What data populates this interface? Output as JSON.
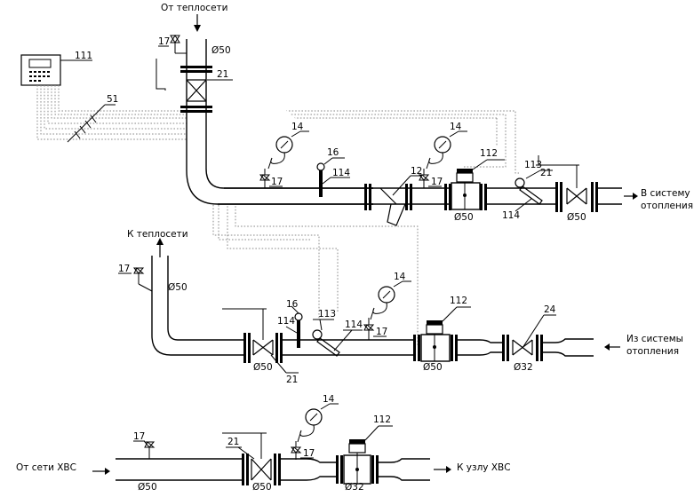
{
  "labels": {
    "from_heat_network": "От теплосети",
    "to_heat_network": "К теплосети",
    "to_heating_system": "В систему\nотопления",
    "from_heating_system": "Из системы\nотопления",
    "from_cold_water": "От сети ХВС",
    "to_hot_water_unit": "К узлу ХВС"
  },
  "diameters": {
    "d50": "Ø50",
    "d32": "Ø32"
  },
  "callouts": {
    "c111": "111",
    "c51": "51",
    "c17": "17",
    "c21": "21",
    "c14": "14",
    "c16": "16",
    "c114": "114",
    "c12": "12",
    "c112": "112",
    "c113": "113",
    "c24": "24"
  }
}
